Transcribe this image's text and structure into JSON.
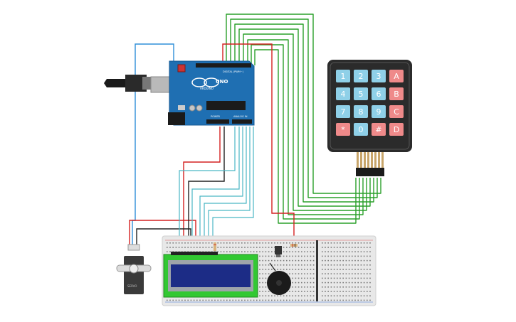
{
  "board": {
    "brand_text": "ARDUINO",
    "model_text": "UNO",
    "digital_label": "DIGITAL (PWM~)",
    "power_label": "POWER",
    "analog_label": "ANALOG IN"
  },
  "keypad": {
    "keys": [
      {
        "label": "1",
        "kind": "digit"
      },
      {
        "label": "2",
        "kind": "digit"
      },
      {
        "label": "3",
        "kind": "digit"
      },
      {
        "label": "A",
        "kind": "letter"
      },
      {
        "label": "4",
        "kind": "digit"
      },
      {
        "label": "5",
        "kind": "digit"
      },
      {
        "label": "6",
        "kind": "digit"
      },
      {
        "label": "B",
        "kind": "letter"
      },
      {
        "label": "7",
        "kind": "digit"
      },
      {
        "label": "8",
        "kind": "digit"
      },
      {
        "label": "9",
        "kind": "digit"
      },
      {
        "label": "C",
        "kind": "letter"
      },
      {
        "label": "*",
        "kind": "letter"
      },
      {
        "label": "0",
        "kind": "digit"
      },
      {
        "label": "#",
        "kind": "letter"
      },
      {
        "label": "D",
        "kind": "letter"
      }
    ]
  },
  "servo": {
    "label_text": "SERVO"
  },
  "colors": {
    "wire_green": "#2aa02a",
    "wire_red": "#d42020",
    "wire_black": "#222222",
    "wire_blue": "#2f8fd8",
    "wire_teal": "#4ab6c4",
    "board_blue": "#1f6fb2",
    "key_digit": "#8fd0e8",
    "key_letter": "#ef8a8a",
    "keypad_body": "#2b2b2b",
    "lcd_green": "#32c832",
    "lcd_screen": "#1c2c86",
    "breadboard": "#e6e6e6"
  }
}
